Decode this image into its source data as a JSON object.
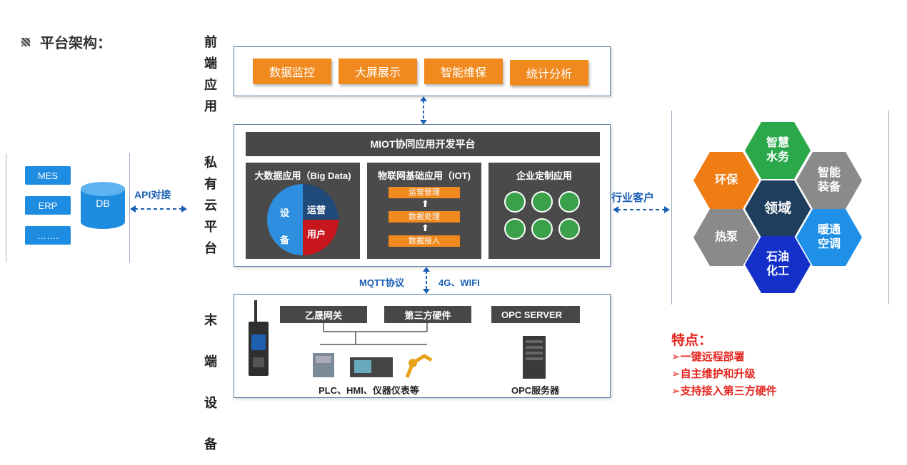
{
  "heading": "平台架构：",
  "layers": {
    "front": [
      "前",
      "端",
      "应",
      "用"
    ],
    "cloud": [
      "私",
      "有",
      "云",
      "平",
      "台"
    ],
    "device": [
      "末",
      "端",
      "设",
      "备"
    ]
  },
  "front_apps": [
    "数据监控",
    "大屏展示",
    "智能维保",
    "统计分析"
  ],
  "platform": {
    "title": "MIOT协同应用开发平台",
    "bigdata": {
      "title": "大数据应用（Big Data)",
      "pie_left_1": "设",
      "pie_left_2": "备",
      "pie_top_right": "运营",
      "pie_bottom_right": "用户"
    },
    "iot": {
      "title": "物联网基础应用（IOT)",
      "steps": [
        "运营管理",
        "数据处理",
        "数据接入"
      ],
      "arrow": "⬆"
    },
    "custom": {
      "title": "企业定制应用"
    }
  },
  "left": {
    "items": [
      "MES",
      "ERP",
      "……."
    ],
    "db": "DB",
    "api": "API对接"
  },
  "protocol": {
    "mqtt": "MQTT协议",
    "net": "4G、WIFI"
  },
  "devices": {
    "gateway": "乙晟网关",
    "third": "第三方硬件",
    "opc": "OPC SERVER",
    "plc_label": "PLC、HMI、仪器仪表等",
    "opc_label": "OPC服务器"
  },
  "industry": {
    "link": "行业客户",
    "center": "领域",
    "hexes": [
      "智慧\n水务",
      "环保",
      "智能\n装备",
      "热泵",
      "暖通\n空调",
      "石油\n化工"
    ]
  },
  "features": {
    "title": "特点：",
    "items": [
      "➢一键远程部署",
      "➢自主维护和升级",
      "➢支持接入第三方硬件"
    ]
  },
  "colors": {
    "orange": "#f08a1e",
    "dark": "#474747",
    "blue": "#1e8ce0",
    "green": "#3aa14a",
    "red": "#e6261f"
  }
}
